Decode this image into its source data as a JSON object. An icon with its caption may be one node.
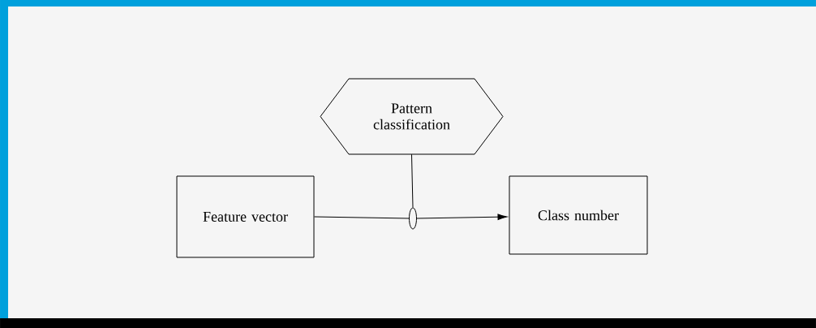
{
  "diagram": {
    "nodes": [
      {
        "text": [
          "Pattern classification"
        ]
      },
      {
        "text": [
          "Feature vector"
        ]
      },
      {
        "text": [
          "Class number"
        ]
      },
      {
        "text": [],
        "shape": "circle"
      }
    ],
    "edges": [
      {
        "from": 1,
        "to": 3,
        "arrow": "none"
      },
      {
        "from": 3,
        "to": 2,
        "arrow": "to"
      },
      {
        "from": 0,
        "to": 3,
        "arrow": "none"
      }
    ]
  }
}
